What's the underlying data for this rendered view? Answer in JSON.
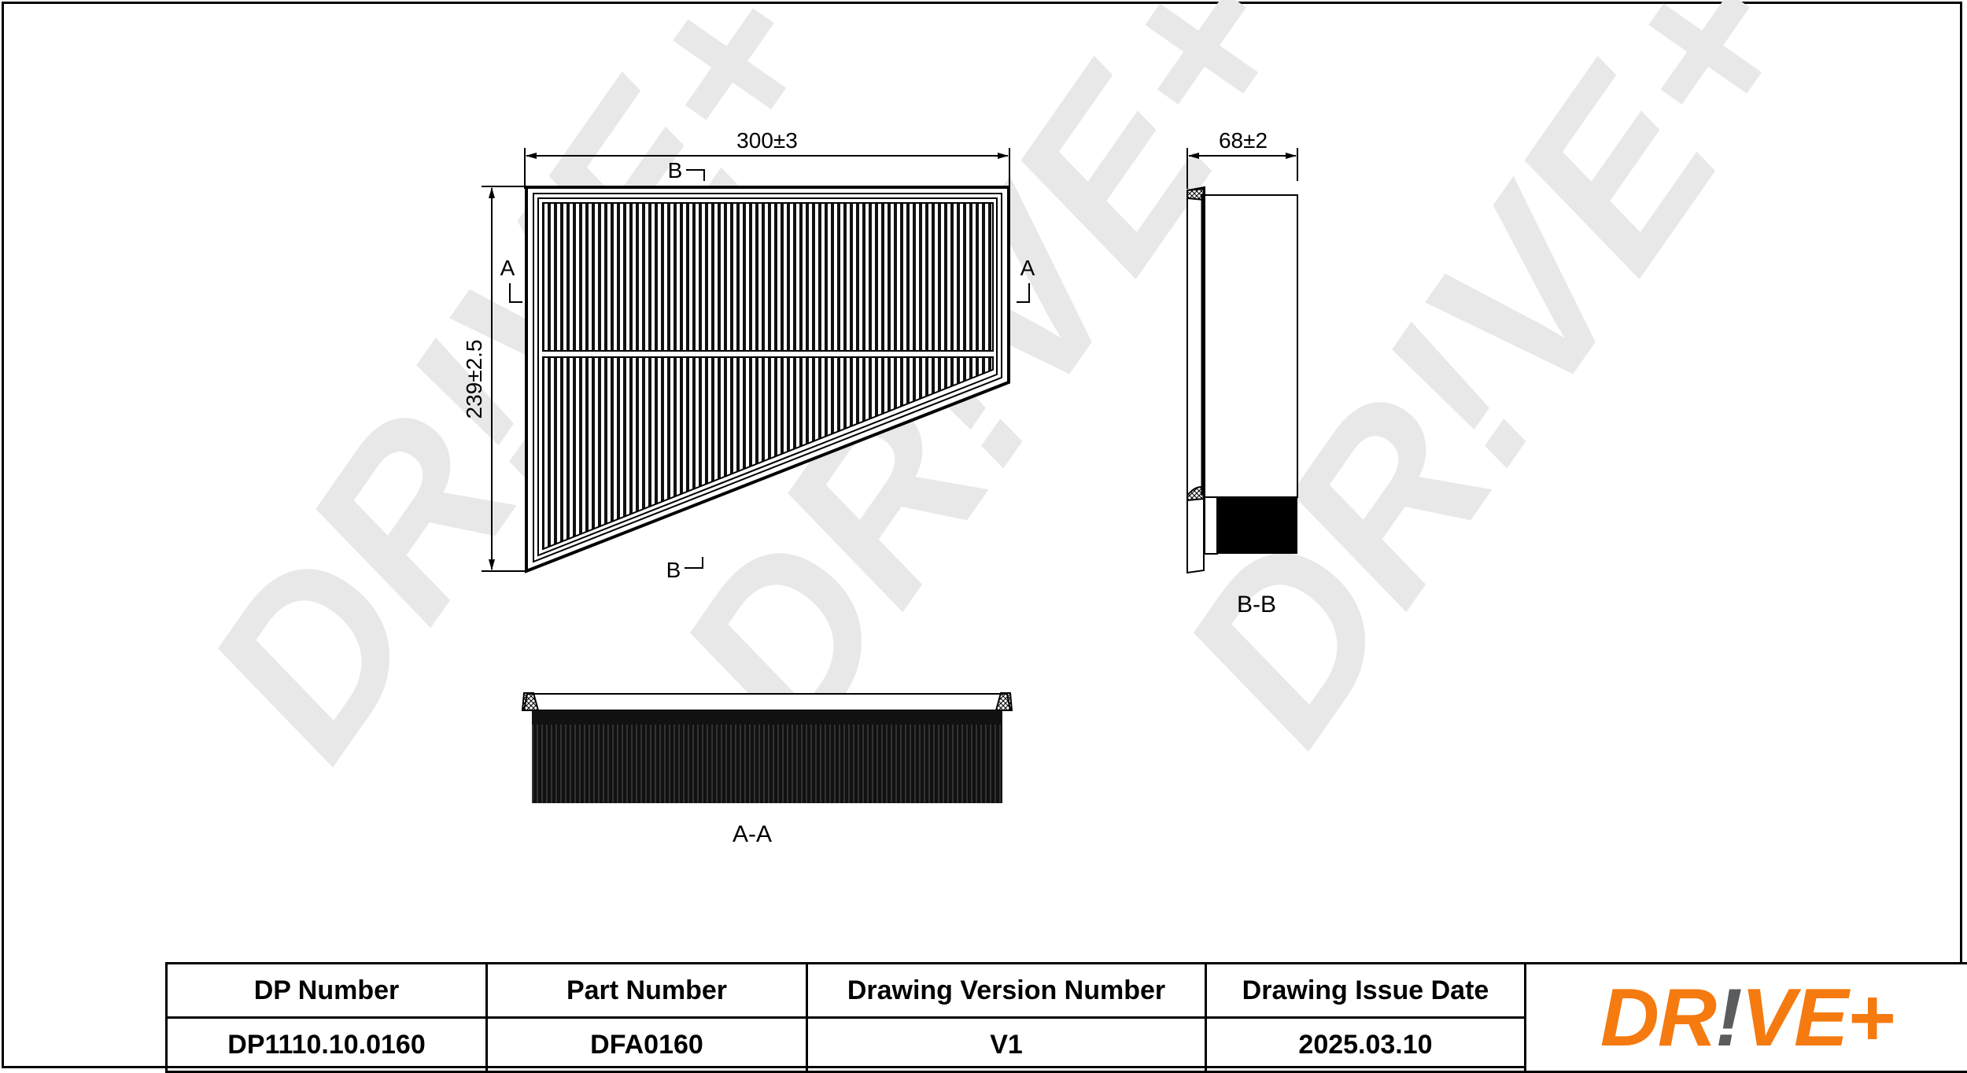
{
  "drawing": {
    "watermark_text": "DR!VE+",
    "colors": {
      "brand_orange": "#F57A10",
      "brand_gray": "#5A5C5E",
      "watermark": "#E6E6E6",
      "line": "#000000"
    },
    "views": {
      "top_view": {
        "width_dimension": "300±3",
        "height_dimension": "239±2.5",
        "section_markers": {
          "a_left": "A",
          "a_right": "A",
          "b_top": "B",
          "b_bottom": "B"
        }
      },
      "section_bb": {
        "depth_dimension": "68±2",
        "label": "B-B"
      },
      "section_aa": {
        "label": "A-A"
      }
    }
  },
  "title_block": {
    "headers": [
      "DP Number",
      "Part Number",
      "Drawing Version Number",
      "Drawing Issue Date"
    ],
    "values": [
      "DP1110.10.0160",
      "DFA0160",
      "V1",
      "2025.03.10"
    ],
    "logo": {
      "part1": "DR",
      "bang": "!",
      "part2": "VE+"
    }
  }
}
